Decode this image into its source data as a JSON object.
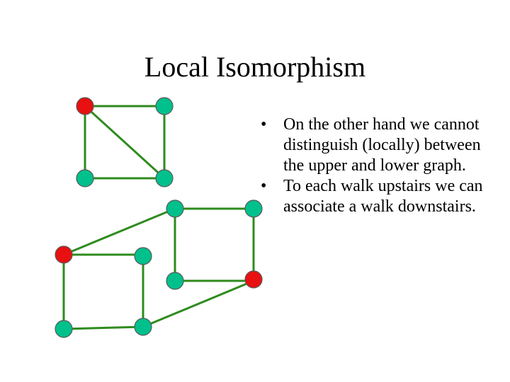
{
  "title": "Local Isomorphism",
  "bullets": [
    {
      "glyph": "•",
      "text": "On the other hand we cannot distinguish (locally) between the upper and lower graph."
    },
    {
      "glyph": "•",
      "text": "To each walk upstairs we can associate a walk downstairs."
    }
  ],
  "colors": {
    "edge": "#2e8b1e",
    "node_green": "#00c08b",
    "node_red": "#e81010",
    "node_outline": "#5a5a5a"
  }
}
